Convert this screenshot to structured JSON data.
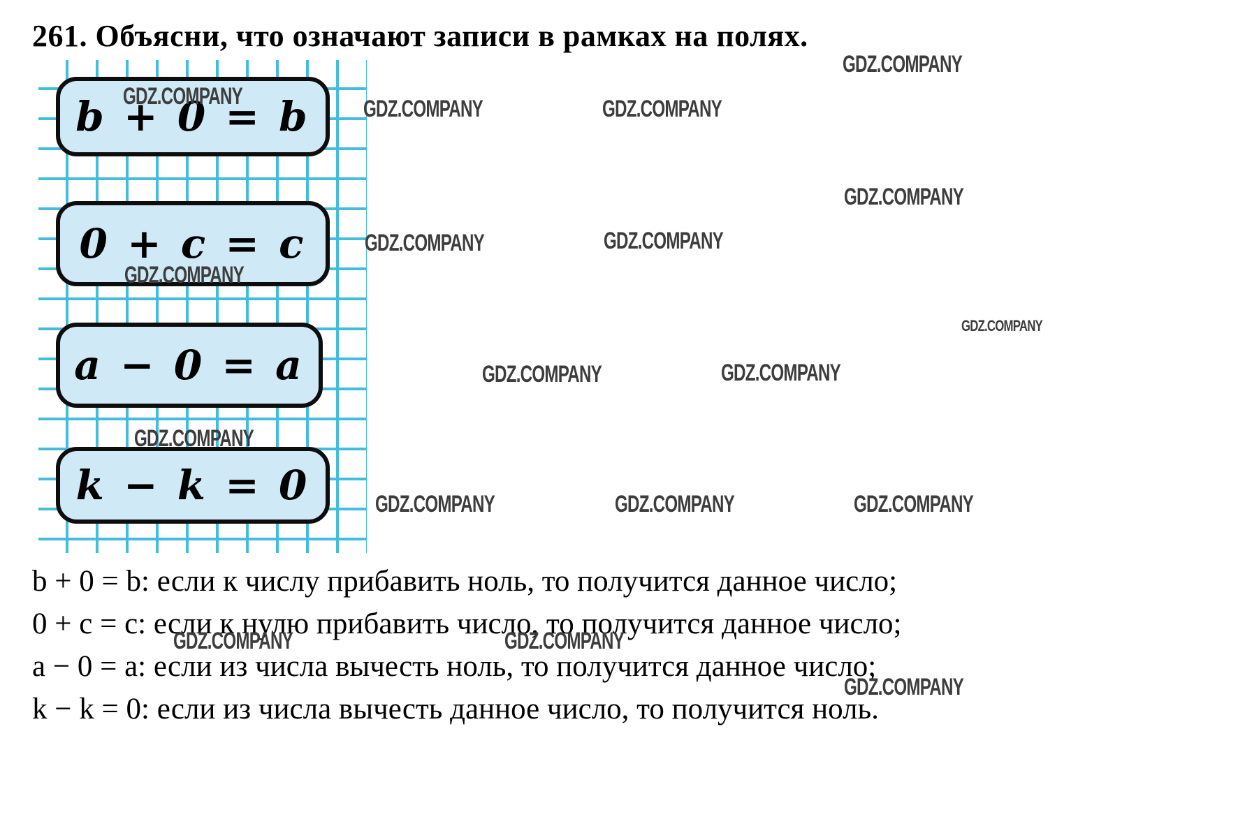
{
  "title": "261. Объясни, что означают записи в рамках на полях.",
  "formulas": {
    "boxes": [
      {
        "text": "b + 0 = b"
      },
      {
        "text": "0 + c = c"
      },
      {
        "text": "a − 0 = a"
      },
      {
        "text": "k − k = 0"
      }
    ]
  },
  "answers": {
    "lines": [
      "b + 0 = b: если к числу прибавить ноль, то получится данное число;",
      "0 + c = c: если к нулю прибавить число, то получится данное число;",
      "a − 0 = a: если из числа вычесть ноль, то получится данное число;",
      "k − k = 0: если из числа вычесть данное число, то получится ноль."
    ]
  },
  "watermark": {
    "text": "GDZ.COMPANY"
  },
  "colors": {
    "grid_line": "#45bcdc",
    "box_fill": "#cfe9f6",
    "box_border": "#0d0d0d"
  }
}
